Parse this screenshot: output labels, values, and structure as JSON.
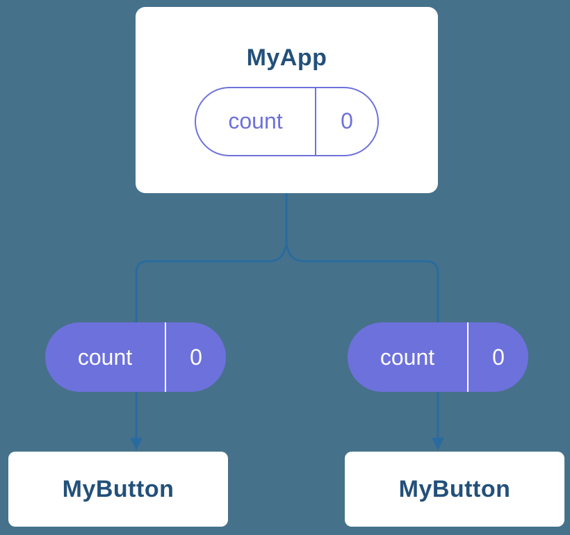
{
  "diagram": {
    "root": {
      "title": "MyApp",
      "pill": {
        "label": "count",
        "value": "0"
      }
    },
    "children": [
      {
        "title": "MyButton",
        "pill": {
          "label": "count",
          "value": "0"
        }
      },
      {
        "title": "MyButton",
        "pill": {
          "label": "count",
          "value": "0"
        }
      }
    ]
  },
  "colors": {
    "background": "#46718a",
    "card_bg": "#ffffff",
    "title_color": "#23507a",
    "purple": "#6d71dc",
    "connector": "#2a6b9f"
  }
}
